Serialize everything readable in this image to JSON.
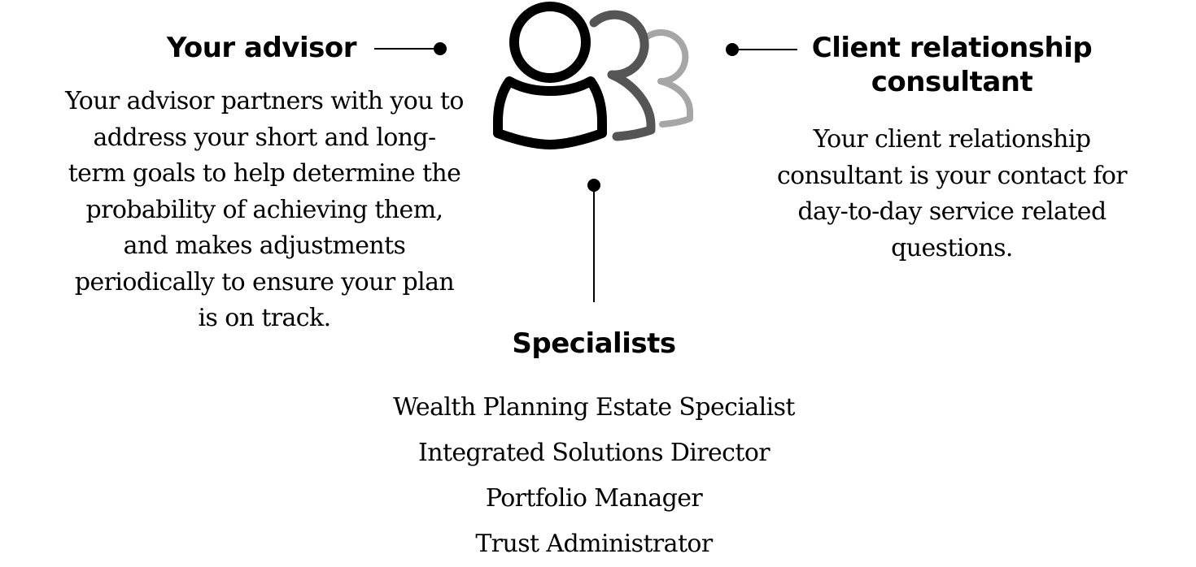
{
  "advisor": {
    "title": "Your advisor",
    "description": "Your advisor partners with you to address your short and long-term goals to help determine the probability of achieving them, and makes adjustments periodically to ensure your plan is on track."
  },
  "client_relationship_consultant": {
    "title": "Client relationship consultant",
    "description": "Your client relationship consultant is your contact for day-to-day service related questions."
  },
  "specialists": {
    "title": "Specialists",
    "items": [
      "Wealth Planning Estate Specialist",
      "Integrated Solutions Director",
      "Portfolio Manager",
      "Trust Administrator"
    ]
  },
  "icon": {
    "name": "people-group-icon",
    "colors": [
      "#000000",
      "#555555",
      "#a6a6a6"
    ]
  }
}
